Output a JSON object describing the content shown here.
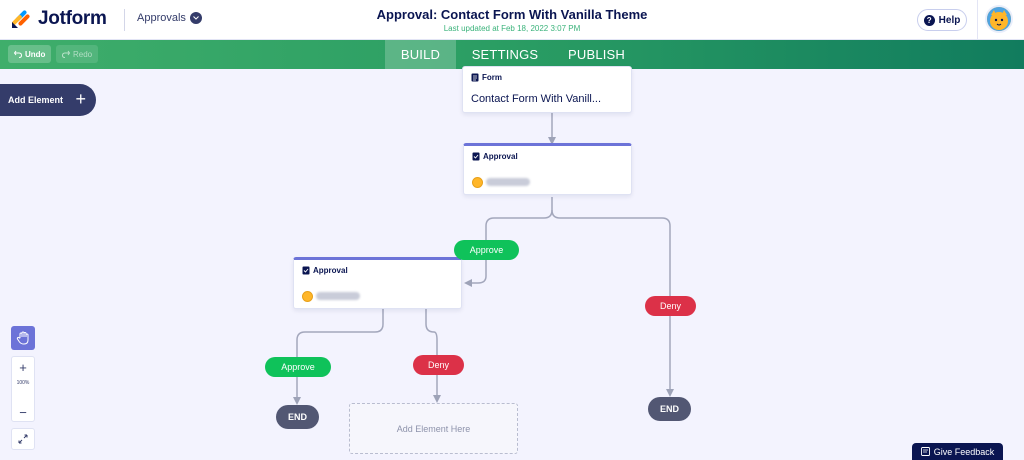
{
  "header": {
    "brand": "Jotform",
    "app_switcher": "Approvals",
    "title": "Approval: Contact Form With Vanilla Theme",
    "last_updated": "Last updated at Feb 18, 2022 3:07 PM",
    "help_label": "Help"
  },
  "toolbar": {
    "undo_label": "Undo",
    "redo_label": "Redo"
  },
  "nav": {
    "tabs": [
      "BUILD",
      "SETTINGS",
      "PUBLISH"
    ],
    "active_tab": "BUILD"
  },
  "sidebar": {
    "add_element_label": "Add Element"
  },
  "flow": {
    "form_node": {
      "type_label": "Form",
      "name": "Contact Form With Vanill..."
    },
    "approval_1": {
      "type_label": "Approval"
    },
    "approval_2": {
      "type_label": "Approval"
    },
    "approve_label": "Approve",
    "deny_label": "Deny",
    "end_label": "END",
    "placeholder_label": "Add Element Here"
  },
  "zoom": {
    "level": "100%",
    "zoom_in": "+",
    "zoom_out": "−"
  },
  "feedback": {
    "label": "Give Feedback"
  },
  "colors": {
    "approve": "#0fc25a",
    "deny": "#dc3148",
    "end": "#525773",
    "approval_accent": "#6c73d8",
    "nav_green": "#2a9d63",
    "dark_navy": "#0a1551"
  },
  "icons": [
    "jotform-logo-icon",
    "chevron-down-icon",
    "help-icon",
    "avatar-icon",
    "undo-icon",
    "redo-icon",
    "plus-icon",
    "form-icon",
    "approval-icon",
    "hand-icon",
    "expand-icon",
    "feedback-icon"
  ]
}
